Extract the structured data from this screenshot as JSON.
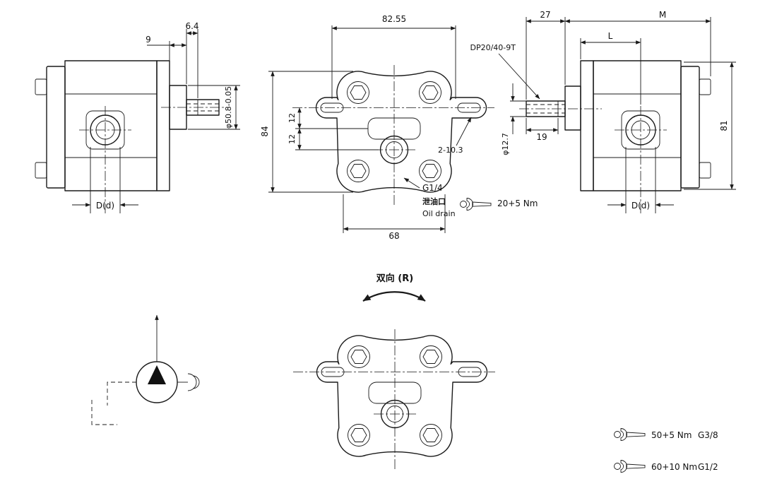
{
  "page": {
    "background": "#ffffff",
    "line_color": "#1a1a1a"
  },
  "left_view": {
    "dim_spigot_len": "9",
    "dim_shaft_step": "6.4",
    "dim_pilot_dia": "φ50.8-0.05",
    "dim_port": "D(d)"
  },
  "front_view": {
    "dim_width": "82.55",
    "dim_height": "84",
    "dim_offset_upper": "12",
    "dim_offset_lower": "12",
    "dim_bottom_width": "68",
    "drain_thread": "G1/4",
    "drain_label_cn": "泄油口",
    "drain_label_en": "Oil drain",
    "drain_torque": "20+5 Nm"
  },
  "right_view": {
    "dim_shaft_len": "27",
    "dim_overall": "M",
    "dim_body_len": "L",
    "spline_spec": "DP20/40-9T",
    "dim_mount_slots": "2-10.3",
    "dim_shaft_dia": "φ12.7",
    "dim_spline_len": "19",
    "dim_height": "81",
    "dim_port": "D(d)"
  },
  "bottom_view": {
    "rotation_label": "双向 (R)"
  },
  "torque_notes": [
    {
      "torque": "50+5 Nm",
      "thread": "G3/8"
    },
    {
      "torque": "60+10 Nm",
      "thread": "G1/2"
    }
  ]
}
